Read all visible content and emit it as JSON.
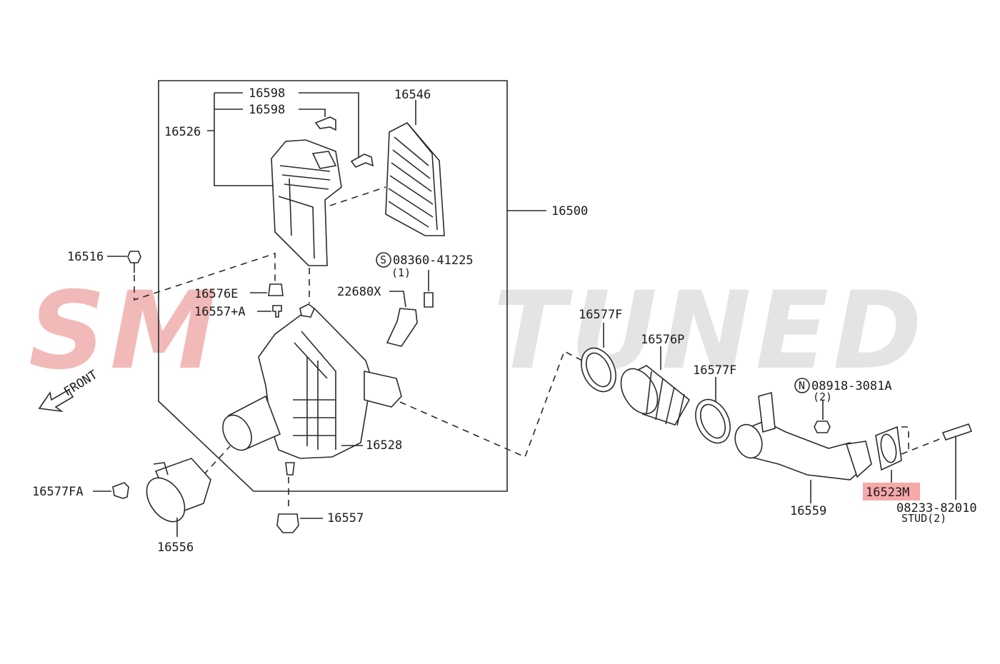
{
  "watermark": {
    "left": "SM",
    "right": "TUNED",
    "left_color": "#f2b9b9",
    "right_color": "#e4e4e4"
  },
  "highlight_color": "#f6a9a9",
  "direction": {
    "label": "FRONT"
  },
  "labels": {
    "p16598a": "16598",
    "p16598b": "16598",
    "p16546": "16546",
    "p16526": "16526",
    "p16500": "16500",
    "p16516": "16516",
    "bolt08360": "08360-41225",
    "bolt08360_qty": "(1)",
    "p16576e": "16576E",
    "p22680x": "22680X",
    "p16557a": "16557+A",
    "p16577f_1": "16577F",
    "p16576p": "16576P",
    "p16577f_2": "16577F",
    "nut08918": "08918-3081A",
    "nut08918_qty": "(2)",
    "p16528": "16528",
    "p16577fa": "16577FA",
    "p16557": "16557",
    "p16556": "16556",
    "p16559": "16559",
    "p16523m": "16523M",
    "stud08233": "08233-82010",
    "stud_note": "STUD(2)"
  }
}
